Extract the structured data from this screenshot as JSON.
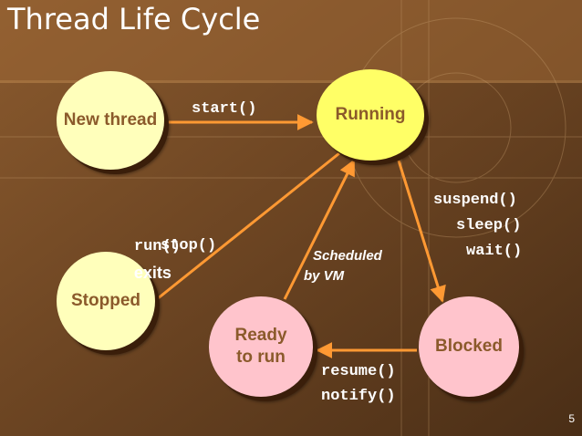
{
  "title": "Thread Life Cycle",
  "nodes": {
    "new_thread": "New thread",
    "running": "Running",
    "stopped": "Stopped",
    "ready_line1": "Ready",
    "ready_line2": "to run",
    "blocked": "Blocked"
  },
  "edges": {
    "start": "start()",
    "run_exits_code": "run()",
    "run_exits_text": "exits",
    "stop": "stop()",
    "scheduled_line1": "Scheduled",
    "scheduled_line2": "by VM",
    "suspend": "suspend()",
    "sleep": "sleep()",
    "wait": "wait()",
    "resume": "resume()",
    "notify": "notify()"
  },
  "page_number": "5",
  "colors": {
    "arrow": "#ff9933",
    "node_yellow": "#ffffbb",
    "node_bright_yellow": "#ffff66",
    "node_pink": "#ffc4cc",
    "node_text": "#8b5a2b"
  }
}
